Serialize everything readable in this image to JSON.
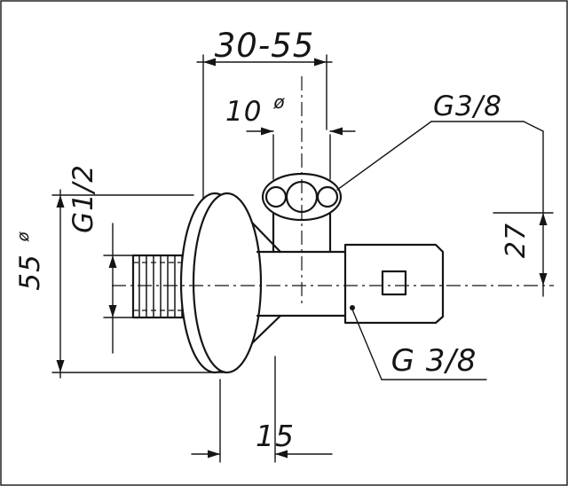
{
  "labels": {
    "span_top": "30-55",
    "port_diameter_value": "10",
    "port_diameter_symbol": "ø",
    "thread_top": "G3/8",
    "thread_left": "G1/2",
    "flange_diameter_value": "55",
    "flange_diameter_symbol": "ø",
    "offset_right": "27",
    "thread_side": "G 3/8",
    "offset_bottom": "15"
  },
  "colors": {
    "line": "#151515",
    "background": "#ffffff"
  }
}
